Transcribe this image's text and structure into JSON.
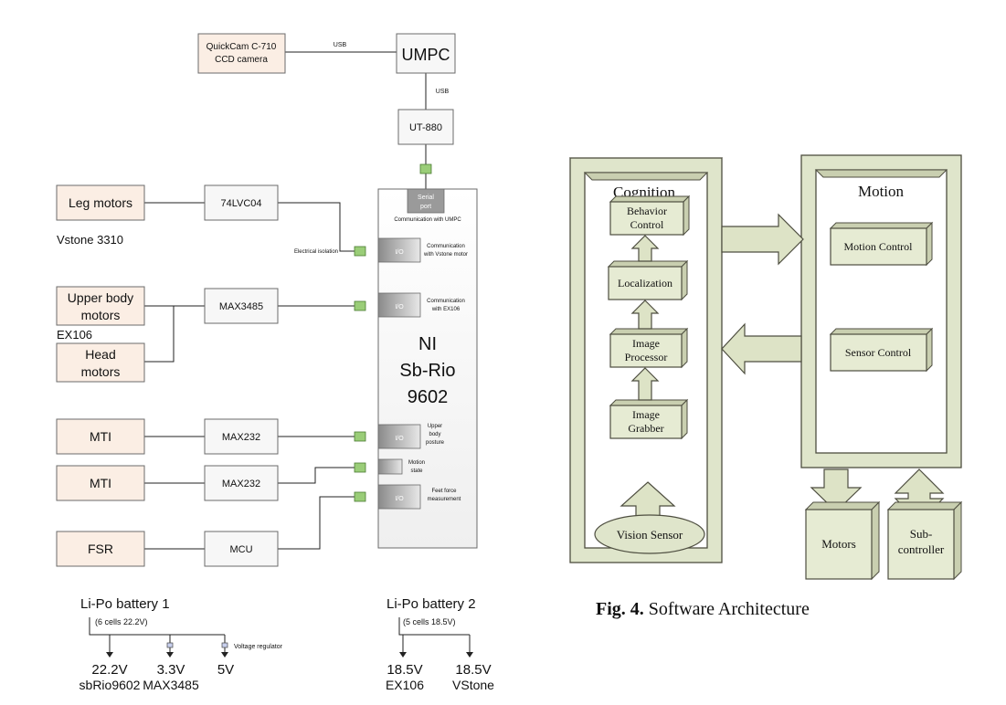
{
  "hardware": {
    "camera": [
      "QuickCam C-710",
      "CCD camera"
    ],
    "usb1": "USB",
    "umpc": "UMPC",
    "usb2": "USB",
    "ut880": "UT-880",
    "serial": [
      "Serial",
      "port"
    ],
    "comm_umpc": "Communication with UMPC",
    "leg_motors": "Leg motors",
    "vstone_3310": "Vstone 3310",
    "lvc04": "74LVC04",
    "elec_isolation": "Electrical isolation",
    "io_label": "I/O",
    "comm_vstone": [
      "Communication",
      "with Vstone motor"
    ],
    "upper_body": [
      "Upper body",
      "motors"
    ],
    "ex106": "EX106",
    "head_motors": [
      "Head",
      "motors"
    ],
    "max3485": "MAX3485",
    "comm_ex106": [
      "Communication",
      "with EX106"
    ],
    "ni": [
      "NI",
      "Sb-Rio",
      "9602"
    ],
    "mti1": "MTI",
    "max232_1": "MAX232",
    "upper_posture": [
      "Upper",
      "body",
      "posture"
    ],
    "mti2": "MTI",
    "max232_2": "MAX232",
    "motion_state": [
      "Motion",
      "state"
    ],
    "fsr": "FSR",
    "mcu": "MCU",
    "feet_force": [
      "Feet force",
      "measurement"
    ],
    "battery1": "Li-Po battery 1",
    "cells1": "(6 cells 22.2V)",
    "voltage_regulator": "Voltage regulator",
    "out1": [
      "22.2V",
      "sbRio9602"
    ],
    "out2": [
      "3.3V",
      "MAX3485"
    ],
    "out3": "5V",
    "battery2": "Li-Po battery 2",
    "cells2": "(5 cells 18.5V)",
    "out4": [
      "18.5V",
      "EX106"
    ],
    "out5": [
      "18.5V",
      "VStone"
    ]
  },
  "software": {
    "cognition": "Cognition",
    "motion": "Motion",
    "behavior": [
      "Behavior",
      "Control"
    ],
    "localization": "Localization",
    "image_processor": [
      "Image",
      "Processor"
    ],
    "image_grabber": [
      "Image",
      "Grabber"
    ],
    "vision_sensor": "Vision Sensor",
    "motion_control": "Motion Control",
    "sensor_control": "Sensor Control",
    "motors": "Motors",
    "subcontroller": [
      "Sub-",
      "controller"
    ]
  },
  "caption": {
    "label": "Fig. 4.",
    "text": "Software Architecture"
  }
}
